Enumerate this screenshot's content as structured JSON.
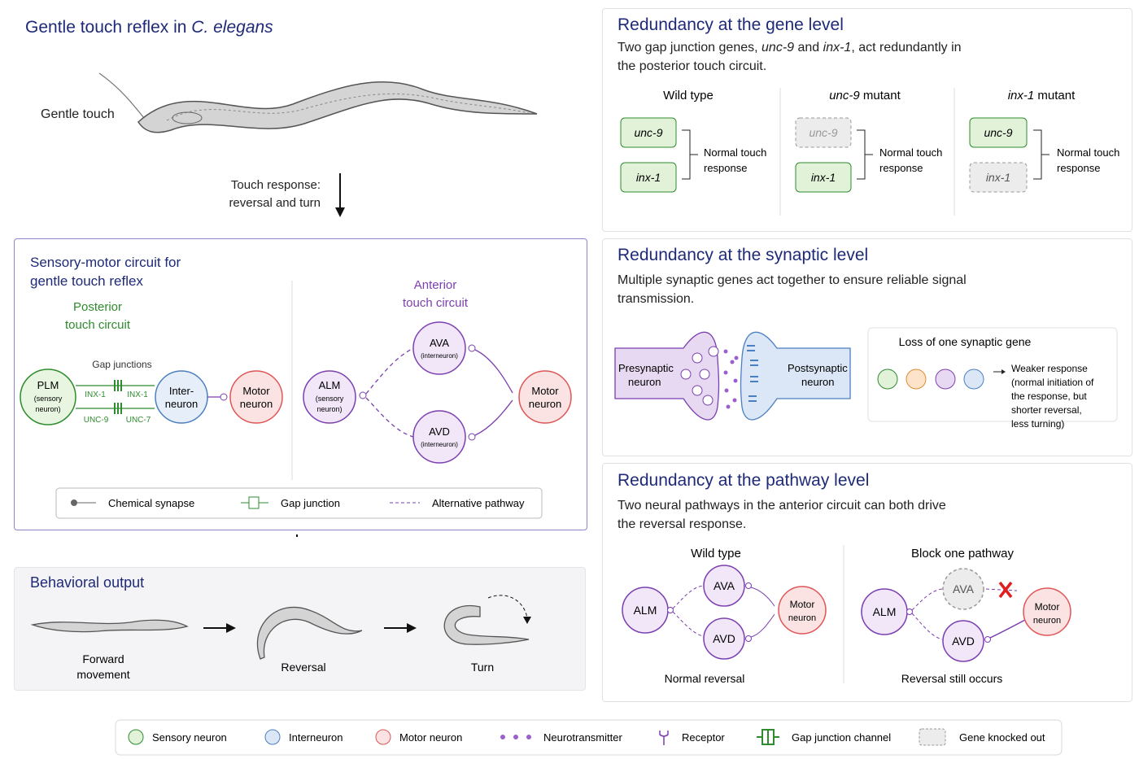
{
  "panel1": {
    "title_pre": "Gentle touch reflex in ",
    "title_it": "C. elegans",
    "touch_label": "Gentle touch",
    "response_line1": "Touch response:",
    "response_line2": "reversal and turn"
  },
  "circuit": {
    "title_line1": "Sensory-motor circuit for",
    "title_line2": "gentle touch reflex",
    "posterior_line1": "Posterior",
    "posterior_line2": "touch circuit",
    "anterior_line1": "Anterior",
    "anterior_line2": "touch circuit",
    "gap_junctions": "Gap junctions",
    "plm": "PLM",
    "sensory_neuron_1": "(sensory",
    "sensory_neuron_2": "neuron)",
    "inter_1": "Inter-",
    "inter_2": "neuron",
    "motor_1": "Motor",
    "motor_2": "neuron",
    "inx1_left": "INX-1",
    "inx1_right": "INX-1",
    "unc9": "UNC-9",
    "unc7": "UNC-7",
    "alm": "ALM",
    "ava": "AVA",
    "avd": "AVD",
    "interneuron_small": "(interneuron)",
    "legend_chemical": "Chemical synapse",
    "legend_gap": "Gap junction",
    "legend_alt": "Alternative pathway"
  },
  "behavior": {
    "title": "Behavioral output",
    "forward_1": "Forward",
    "forward_2": "movement",
    "reversal": "Reversal",
    "turn": "Turn"
  },
  "gene": {
    "title": "Redundancy at the gene level",
    "desc_1": "Two gap junction genes, ",
    "desc_unc9": "unc-9",
    "desc_2": " and ",
    "desc_inx1": "inx-1",
    "desc_3": ", act redundantly in",
    "desc_line2": "the posterior touch circuit.",
    "col1_title": "Wild type",
    "col2_title_it": "unc-9",
    "col2_title": " mutant",
    "col3_title_it": "inx-1",
    "col3_title": " mutant",
    "unc9": "unc-9",
    "inx1": "inx-1",
    "normal_1": "Normal touch",
    "normal_2": "response"
  },
  "synaptic": {
    "title": "Redundancy at the synaptic level",
    "desc_line1": "Multiple synaptic genes act together to ensure reliable signal",
    "desc_line2": "transmission.",
    "pre_1": "Presynaptic",
    "pre_2": "neuron",
    "post_1": "Postsynaptic",
    "post_2": "neuron",
    "loss_title": "Loss of one synaptic gene",
    "weaker_1": "Weaker response",
    "weaker_2": "(normal initiation of",
    "weaker_3": "the response, but",
    "weaker_4": "shorter reversal,",
    "weaker_5": "less turning)"
  },
  "pathway": {
    "title": "Redundancy at the pathway level",
    "desc_line1": "Two neural pathways in the anterior circuit can both drive",
    "desc_line2": "the reversal response.",
    "wt_title": "Wild type",
    "block_title": "Block one pathway",
    "alm": "ALM",
    "ava": "AVA",
    "avd": "AVD",
    "motor_1": "Motor",
    "motor_2": "neuron",
    "normal_reversal": "Normal reversal",
    "still_occurs": "Reversal still occurs"
  },
  "legend": {
    "sensory": "Sensory neuron",
    "inter": "Interneuron",
    "motor": "Motor neuron",
    "nt": "Neurotransmitter",
    "receptor": "Receptor",
    "gap": "Gap junction channel",
    "ko": "Gene knocked out"
  },
  "colors": {
    "title": "#1e2a78",
    "green": "#2e8b2e",
    "purple": "#7b3fb0",
    "blue": "#4a7fc1",
    "red": "#e05555"
  }
}
